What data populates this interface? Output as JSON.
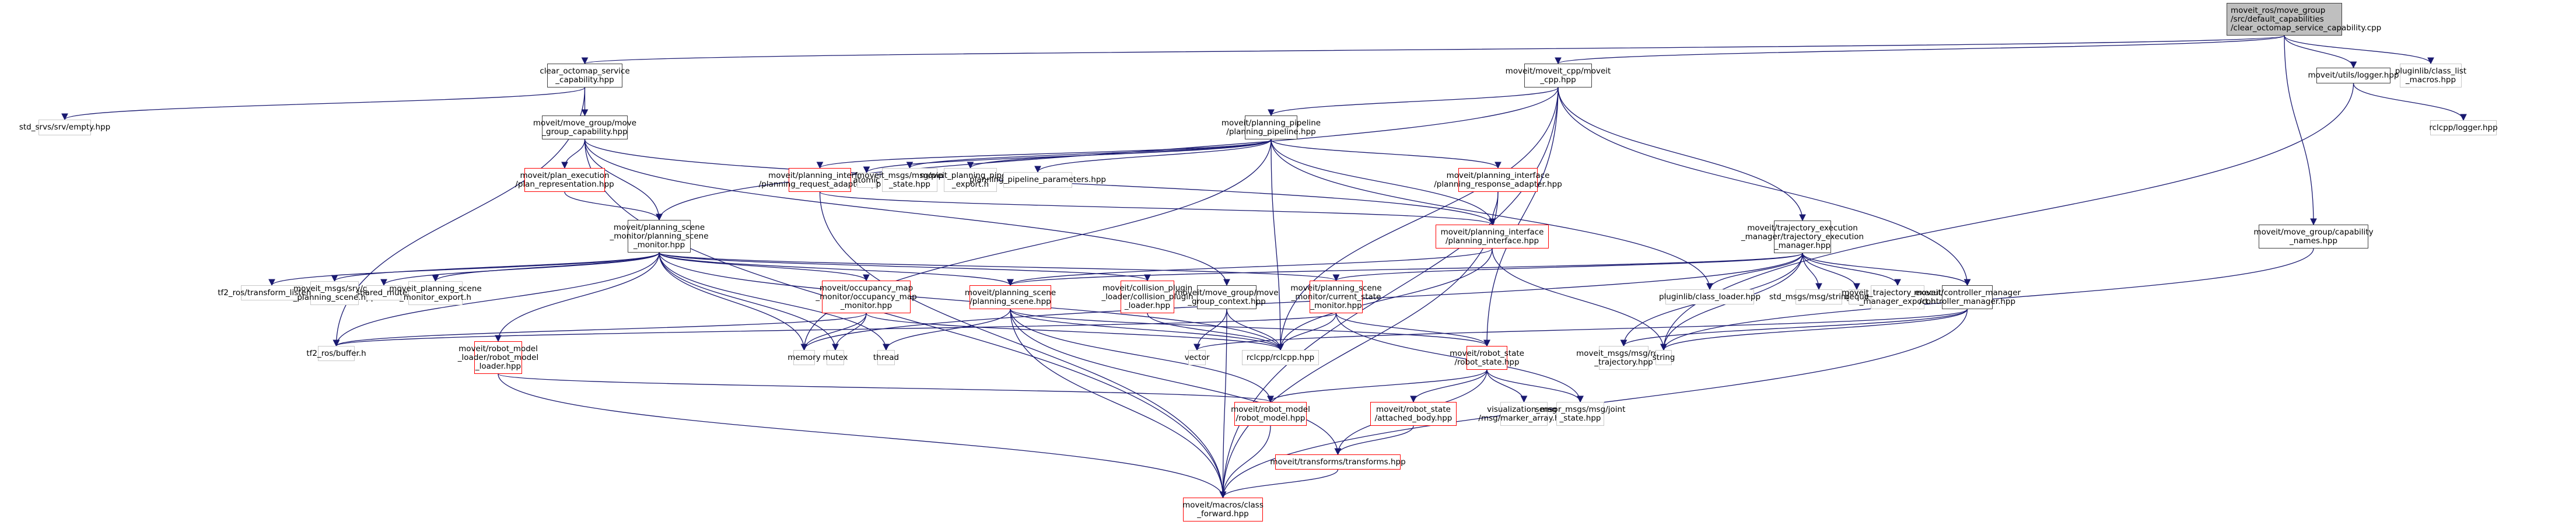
{
  "diagram": {
    "type": "include-dependency-graph",
    "edge_color": "#191970",
    "node_styles": {
      "root": {
        "fill": "#bfbfbf",
        "border": "#404040"
      },
      "documented": {
        "fill": "#ffffff",
        "border": "#404040"
      },
      "incomplete": {
        "fill": "#ffffff",
        "border": "#ff0000"
      },
      "external": {
        "fill": "#ffffff",
        "border": "#c8c8c8"
      }
    },
    "nodes": [
      {
        "id": "root",
        "label": "moveit_ros/move_group\n/src/default_capabilities\n/clear_octomap_service_capability.cpp",
        "style": "root"
      },
      {
        "id": "clear_hpp",
        "label": "clear_octomap_service\n_capability.hpp",
        "style": "documented"
      },
      {
        "id": "moveit_cpp",
        "label": "moveit/moveit_cpp/moveit\n_cpp.hpp",
        "style": "documented"
      },
      {
        "id": "logger",
        "label": "moveit/utils/logger.hpp",
        "style": "documented"
      },
      {
        "id": "class_list_macros",
        "label": "pluginlib/class_list\n_macros.hpp",
        "style": "external"
      },
      {
        "id": "std_srvs_empty",
        "label": "std_srvs/srv/empty.hpp",
        "style": "external"
      },
      {
        "id": "move_group_capability",
        "label": "moveit/move_group/move\n_group_capability.hpp",
        "style": "documented"
      },
      {
        "id": "planning_pipeline",
        "label": "moveit/planning_pipeline\n/planning_pipeline.hpp",
        "style": "documented"
      },
      {
        "id": "rclcpp_logger",
        "label": "rclcpp/logger.hpp",
        "style": "external"
      },
      {
        "id": "plan_representation",
        "label": "moveit/plan_execution\n/plan_representation.hpp",
        "style": "incomplete"
      },
      {
        "id": "planning_request_adapter",
        "label": "moveit/planning_interface\n/planning_request_adapter.hpp",
        "style": "incomplete"
      },
      {
        "id": "atomic",
        "label": "atomic",
        "style": "external"
      },
      {
        "id": "pipeline_state",
        "label": "moveit_msgs/msg/pipeline\n_state.hpp",
        "style": "external"
      },
      {
        "id": "pipeline_export",
        "label": "moveit_planning_pipeline\n_export.h",
        "style": "external"
      },
      {
        "id": "pipeline_parameters",
        "label": "planning_pipeline_parameters.hpp",
        "style": "external"
      },
      {
        "id": "planning_response_adapter",
        "label": "moveit/planning_interface\n/planning_response_adapter.hpp",
        "style": "incomplete"
      },
      {
        "id": "planning_interface",
        "label": "moveit/planning_interface\n/planning_interface.hpp",
        "style": "incomplete"
      },
      {
        "id": "tem",
        "label": "moveit/trajectory_execution\n_manager/trajectory_execution\n_manager.hpp",
        "style": "documented"
      },
      {
        "id": "capability_names",
        "label": "moveit/move_group/capability\n_names.hpp",
        "style": "documented"
      },
      {
        "id": "psm",
        "label": "moveit/planning_scene\n_monitor/planning_scene\n_monitor.hpp",
        "style": "documented"
      },
      {
        "id": "transform_listener",
        "label": "tf2_ros/transform_listener.h",
        "style": "external"
      },
      {
        "id": "get_planning_scene",
        "label": "moveit_msgs/srv/get\n_planning_scene.hpp",
        "style": "external"
      },
      {
        "id": "shared_mutex",
        "label": "shared_mutex",
        "style": "external"
      },
      {
        "id": "psm_export",
        "label": "moveit_planning_scene\n_monitor_export.h",
        "style": "external"
      },
      {
        "id": "occupancy_map",
        "label": "moveit/occupancy_map\n_monitor/occupancy_map\n_monitor.hpp",
        "style": "incomplete"
      },
      {
        "id": "planning_scene",
        "label": "moveit/planning_scene\n/planning_scene.hpp",
        "style": "incomplete"
      },
      {
        "id": "collision_plugin",
        "label": "moveit/collision_plugin\n_loader/collision_plugin\n_loader.hpp",
        "style": "incomplete"
      },
      {
        "id": "move_group_context",
        "label": "moveit/move_group/move\n_group_context.hpp",
        "style": "documented"
      },
      {
        "id": "current_state_monitor",
        "label": "moveit/planning_scene\n_monitor/current_state\n_monitor.hpp",
        "style": "incomplete"
      },
      {
        "id": "class_loader",
        "label": "pluginlib/class_loader.hpp",
        "style": "external"
      },
      {
        "id": "std_string",
        "label": "std_msgs/msg/string.hpp",
        "style": "external"
      },
      {
        "id": "deque",
        "label": "deque",
        "style": "external"
      },
      {
        "id": "tem_export",
        "label": "moveit_trajectory_execution\n_manager_export.h",
        "style": "external"
      },
      {
        "id": "controller_manager",
        "label": "moveit/controller_manager\n/controller_manager.hpp",
        "style": "documented"
      },
      {
        "id": "tf2_buffer",
        "label": "tf2_ros/buffer.h",
        "style": "external"
      },
      {
        "id": "robot_model_loader",
        "label": "moveit/robot_model\n_loader/robot_model\n_loader.hpp",
        "style": "incomplete"
      },
      {
        "id": "memory",
        "label": "memory",
        "style": "external"
      },
      {
        "id": "mutex",
        "label": "mutex",
        "style": "external"
      },
      {
        "id": "thread",
        "label": "thread",
        "style": "external"
      },
      {
        "id": "vector",
        "label": "vector",
        "style": "external"
      },
      {
        "id": "rclcpp",
        "label": "rclcpp/rclcpp.hpp",
        "style": "external"
      },
      {
        "id": "robot_state",
        "label": "moveit/robot_state\n/robot_state.hpp",
        "style": "incomplete"
      },
      {
        "id": "robot_trajectory",
        "label": "moveit_msgs/msg/robot\n_trajectory.hpp",
        "style": "external"
      },
      {
        "id": "string",
        "label": "string",
        "style": "external"
      },
      {
        "id": "robot_model",
        "label": "moveit/robot_model\n/robot_model.hpp",
        "style": "incomplete"
      },
      {
        "id": "attached_body",
        "label": "moveit/robot_state\n/attached_body.hpp",
        "style": "incomplete"
      },
      {
        "id": "marker_array",
        "label": "visualization_msgs\n/msg/marker_array.hpp",
        "style": "external"
      },
      {
        "id": "joint_state",
        "label": "sensor_msgs/msg/joint\n_state.hpp",
        "style": "external"
      },
      {
        "id": "transforms",
        "label": "moveit/transforms/transforms.hpp",
        "style": "incomplete"
      },
      {
        "id": "class_forward",
        "label": "moveit/macros/class\n_forward.hpp",
        "style": "incomplete"
      }
    ],
    "edges": [
      [
        "root",
        "clear_hpp"
      ],
      [
        "root",
        "moveit_cpp"
      ],
      [
        "root",
        "logger"
      ],
      [
        "root",
        "class_list_macros"
      ],
      [
        "root",
        "capability_names"
      ],
      [
        "clear_hpp",
        "std_srvs_empty"
      ],
      [
        "clear_hpp",
        "move_group_capability"
      ],
      [
        "clear_hpp",
        "tf2_buffer"
      ],
      [
        "logger",
        "rclcpp_logger"
      ],
      [
        "logger",
        "string"
      ],
      [
        "move_group_capability",
        "plan_representation"
      ],
      [
        "move_group_capability",
        "psm"
      ],
      [
        "move_group_capability",
        "move_group_context"
      ],
      [
        "move_group_capability",
        "planning_interface"
      ],
      [
        "move_group_capability",
        "class_forward"
      ],
      [
        "moveit_cpp",
        "planning_pipeline"
      ],
      [
        "moveit_cpp",
        "psm"
      ],
      [
        "moveit_cpp",
        "tem"
      ],
      [
        "moveit_cpp",
        "robot_state"
      ],
      [
        "moveit_cpp",
        "rclcpp"
      ],
      [
        "moveit_cpp",
        "controller_manager"
      ],
      [
        "moveit_cpp",
        "class_forward"
      ],
      [
        "planning_pipeline",
        "planning_request_adapter"
      ],
      [
        "planning_pipeline",
        "atomic"
      ],
      [
        "planning_pipeline",
        "pipeline_state"
      ],
      [
        "planning_pipeline",
        "pipeline_export"
      ],
      [
        "planning_pipeline",
        "pipeline_parameters"
      ],
      [
        "planning_pipeline",
        "planning_response_adapter"
      ],
      [
        "planning_pipeline",
        "planning_interface"
      ],
      [
        "planning_pipeline",
        "class_loader"
      ],
      [
        "planning_pipeline",
        "rclcpp"
      ],
      [
        "planning_pipeline",
        "memory"
      ],
      [
        "planning_request_adapter",
        "planning_interface"
      ],
      [
        "planning_request_adapter",
        "class_forward"
      ],
      [
        "planning_response_adapter",
        "planning_interface"
      ],
      [
        "planning_response_adapter",
        "class_forward"
      ],
      [
        "plan_representation",
        "psm"
      ],
      [
        "planning_interface",
        "planning_scene"
      ],
      [
        "planning_interface",
        "rclcpp"
      ],
      [
        "planning_interface",
        "string"
      ],
      [
        "psm",
        "transform_listener"
      ],
      [
        "psm",
        "get_planning_scene"
      ],
      [
        "psm",
        "shared_mutex"
      ],
      [
        "psm",
        "psm_export"
      ],
      [
        "psm",
        "occupancy_map"
      ],
      [
        "psm",
        "planning_scene"
      ],
      [
        "psm",
        "collision_plugin"
      ],
      [
        "psm",
        "current_state_monitor"
      ],
      [
        "psm",
        "tf2_buffer"
      ],
      [
        "psm",
        "robot_model_loader"
      ],
      [
        "psm",
        "memory"
      ],
      [
        "psm",
        "mutex"
      ],
      [
        "psm",
        "thread"
      ],
      [
        "psm",
        "rclcpp"
      ],
      [
        "occupancy_map",
        "tf2_buffer"
      ],
      [
        "occupancy_map",
        "memory"
      ],
      [
        "occupancy_map",
        "mutex"
      ],
      [
        "occupancy_map",
        "rclcpp"
      ],
      [
        "planning_scene",
        "robot_model"
      ],
      [
        "planning_scene",
        "robot_state"
      ],
      [
        "planning_scene",
        "transforms"
      ],
      [
        "planning_scene",
        "class_forward"
      ],
      [
        "planning_scene",
        "thread"
      ],
      [
        "planning_scene",
        "rclcpp"
      ],
      [
        "collision_plugin",
        "rclcpp"
      ],
      [
        "move_group_context",
        "rclcpp"
      ],
      [
        "move_group_context",
        "vector"
      ],
      [
        "move_group_context",
        "class_forward"
      ],
      [
        "current_state_monitor",
        "robot_state"
      ],
      [
        "current_state_monitor",
        "joint_state"
      ],
      [
        "current_state_monitor",
        "rclcpp"
      ],
      [
        "current_state_monitor",
        "tf2_buffer"
      ],
      [
        "tem",
        "class_loader"
      ],
      [
        "tem",
        "std_string"
      ],
      [
        "tem",
        "deque"
      ],
      [
        "tem",
        "tem_export"
      ],
      [
        "tem",
        "controller_manager"
      ],
      [
        "tem",
        "current_state_monitor"
      ],
      [
        "tem",
        "planning_scene"
      ],
      [
        "tem",
        "robot_trajectory"
      ],
      [
        "tem",
        "memory"
      ],
      [
        "tem",
        "string"
      ],
      [
        "controller_manager",
        "string"
      ],
      [
        "controller_manager",
        "vector"
      ],
      [
        "controller_manager",
        "robot_trajectory"
      ],
      [
        "controller_manager",
        "class_forward"
      ],
      [
        "capability_names",
        "string"
      ],
      [
        "robot_model_loader",
        "robot_model"
      ],
      [
        "robot_model_loader",
        "class_forward"
      ],
      [
        "robot_state",
        "robot_model"
      ],
      [
        "robot_state",
        "attached_body"
      ],
      [
        "robot_state",
        "marker_array"
      ],
      [
        "robot_state",
        "joint_state"
      ],
      [
        "robot_state",
        "transforms"
      ],
      [
        "attached_body",
        "transforms"
      ],
      [
        "robot_model",
        "class_forward"
      ],
      [
        "transforms",
        "class_forward"
      ]
    ]
  }
}
